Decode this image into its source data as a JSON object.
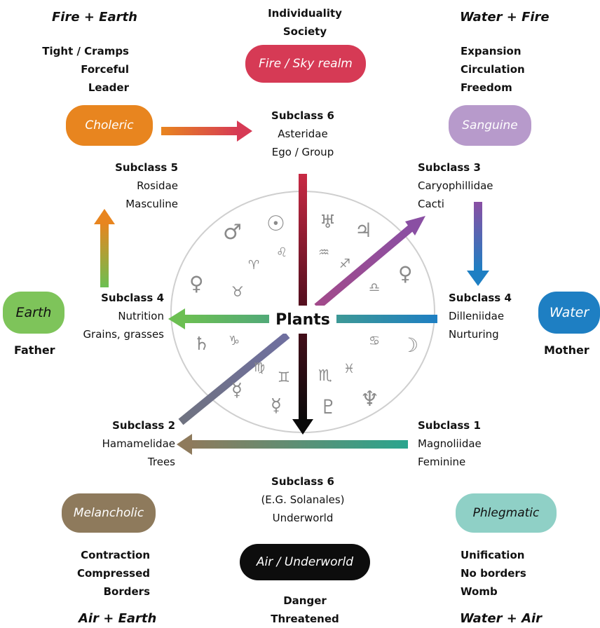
{
  "corners": {
    "top_left": {
      "header": "Fire + Earth",
      "lines": [
        "Tight / Cramps",
        "Forceful",
        "Leader"
      ]
    },
    "top_right": {
      "header": "Water + Fire",
      "lines": [
        "Expansion",
        "Circulation",
        "Freedom"
      ]
    },
    "bottom_left": {
      "header": "Air + Earth",
      "lines": [
        "Contraction",
        "Compressed",
        "Borders"
      ]
    },
    "bottom_right": {
      "header": "Water + Air",
      "lines": [
        "Unification",
        "No borders",
        "Womb"
      ]
    }
  },
  "top_center": {
    "lines": [
      "Individuality",
      "Society"
    ]
  },
  "bottom_center": {
    "lines": [
      "Danger",
      "Threatened"
    ]
  },
  "pills": {
    "fire_sky": {
      "label": "Fire / Sky realm",
      "color": "#d63a55"
    },
    "choleric": {
      "label": "Choleric",
      "color": "#e8851f"
    },
    "sanguine": {
      "label": "Sanguine",
      "color": "#b79acb"
    },
    "earth": {
      "label": "Earth",
      "color": "#7ec45a"
    },
    "water": {
      "label": "Water",
      "color": "#1e7fc3"
    },
    "melancholic": {
      "label": "Melancholic",
      "color": "#8e7a5c"
    },
    "phlegmatic": {
      "label": "Phlegmatic",
      "color": "#8fd0c6"
    },
    "air_underworld": {
      "label": "Air / Underworld",
      "color": "#0d0d0d"
    }
  },
  "side_labels": {
    "earth": "Father",
    "water": "Mother"
  },
  "center_label": "Plants",
  "subclasses": {
    "top": {
      "title": "Subclass 6",
      "lines": [
        "Asteridae",
        "Ego / Group"
      ]
    },
    "upper_left": {
      "title": "Subclass 5",
      "lines": [
        "Rosidae",
        "Masculine"
      ]
    },
    "upper_right": {
      "title": "Subclass 3",
      "lines": [
        "Caryophillidae",
        "Cacti"
      ]
    },
    "left": {
      "title": "Subclass 4",
      "lines": [
        "Nutrition",
        "Grains, grasses"
      ]
    },
    "right": {
      "title": "Subclass 4",
      "lines": [
        "Dilleniidae",
        "Nurturing"
      ]
    },
    "lower_left": {
      "title": "Subclass 2",
      "lines": [
        "Hamamelidae",
        "Trees"
      ]
    },
    "lower_right": {
      "title": "Subclass 1",
      "lines": [
        "Magnoliidae",
        "Feminine"
      ]
    },
    "bottom": {
      "title": "Subclass 6",
      "lines": [
        "(E.G. Solanales)",
        "Underworld"
      ]
    }
  },
  "symbols": {
    "mars": "♂",
    "sun": "☉",
    "uranus": "♅",
    "jupiter": "♃",
    "leo": "♌",
    "aquarius": "♒",
    "aries": "♈",
    "sagittarius": "♐",
    "venus_left": "♀",
    "taurus": "♉",
    "libra": "♎",
    "venus_right": "♀",
    "saturn": "♄",
    "capricorn": "♑",
    "cancer": "♋",
    "moon": "☽",
    "virgo": "♍",
    "gemini": "♊",
    "scorpio": "♏",
    "pisces": "♓",
    "mercury_left": "☿",
    "mercury_bottom": "☿",
    "pluto": "♇",
    "neptune": "♆"
  }
}
